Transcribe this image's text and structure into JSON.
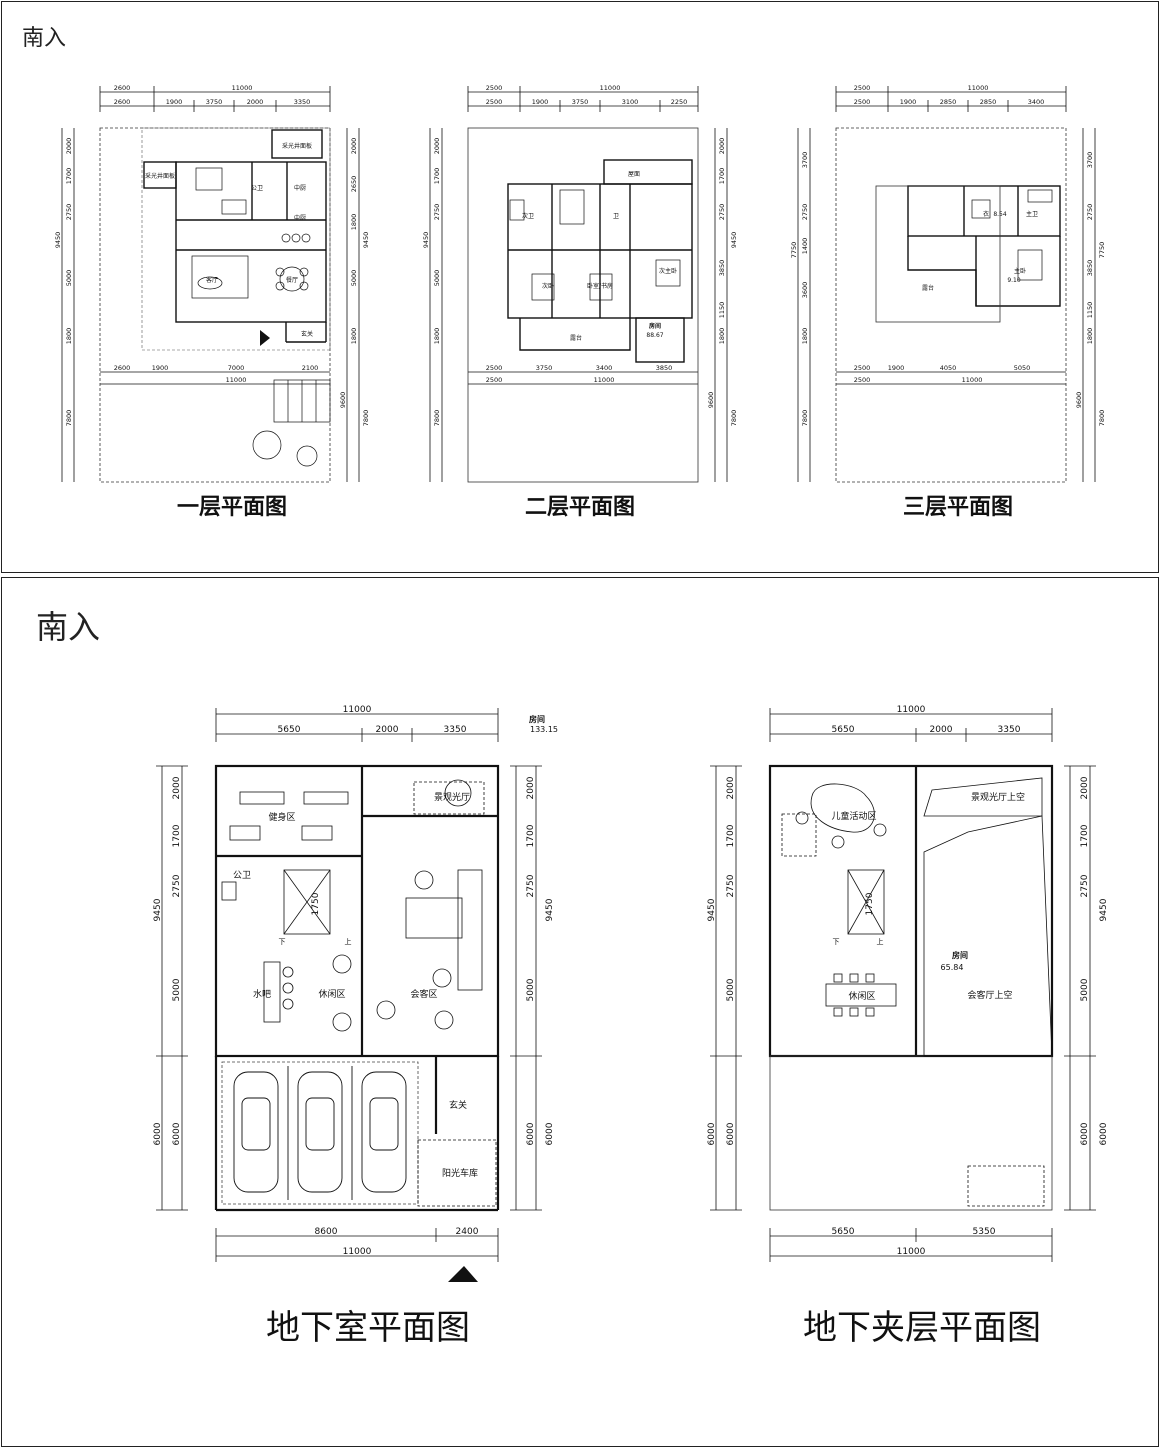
{
  "orientation_label": "南入",
  "top_plans": [
    {
      "title": "一层平面图",
      "dims_top_outer": [
        "2600",
        "11000"
      ],
      "dims_top_inner": [
        "2600",
        "1900",
        "3750",
        "2000",
        "3350"
      ],
      "dims_bottom_inner": [
        "2600",
        "1900",
        "7000",
        "2100"
      ],
      "dims_bottom_outer": [
        "11000"
      ],
      "dims_left": [
        "2000",
        "1700",
        "2750",
        "5000",
        "1800",
        "7800"
      ],
      "dims_left_total": "9450",
      "dims_right": [
        "2000",
        "2650",
        "1800",
        "5000",
        "1800",
        "7800"
      ],
      "dims_right_total": "9450",
      "dims_right_bottom": "9600",
      "room_labels": [
        "采光井面板",
        "采光井面板",
        "公卫",
        "中厨",
        "中厨",
        "客厅",
        "餐厅",
        "玄关"
      ]
    },
    {
      "title": "二层平面图",
      "dims_top_outer": [
        "2500",
        "11000"
      ],
      "dims_top_inner": [
        "2500",
        "1900",
        "3750",
        "3100",
        "2250"
      ],
      "dims_bottom_inner": [
        "2500",
        "3750",
        "3400",
        "3850"
      ],
      "dims_bottom_outer": [
        "2500",
        "11000"
      ],
      "dims_left": [
        "2000",
        "1700",
        "2750",
        "5000",
        "1800",
        "7800"
      ],
      "dims_left_total": "9450",
      "dims_right": [
        "2000",
        "1700",
        "2750",
        "3850",
        "1150",
        "1800",
        "7800"
      ],
      "dims_right_total": "9450",
      "dims_right_bottom": "9600",
      "room_labels": [
        "屋面",
        "次卫",
        "卫",
        "次卧",
        "卧室/书房",
        "次主卧",
        "露台"
      ],
      "area_label": "房间",
      "area_value": "88.67"
    },
    {
      "title": "三层平面图",
      "dims_top_outer": [
        "2500",
        "11000"
      ],
      "dims_top_inner": [
        "2500",
        "1900",
        "2850",
        "2850",
        "3400"
      ],
      "dims_bottom_inner": [
        "2500",
        "1900",
        "4050",
        "5050"
      ],
      "dims_bottom_outer": [
        "2500",
        "11000"
      ],
      "dims_left": [
        "3700",
        "2750",
        "1400",
        "3600",
        "1800",
        "7800"
      ],
      "dims_left_total": "7750",
      "dims_right": [
        "3700",
        "2750",
        "3850",
        "1150",
        "1800",
        "7800"
      ],
      "dims_right_total": "7750",
      "dims_right_bottom": "9600",
      "room_labels": [
        "衣",
        "主卫",
        "主卧",
        "露台"
      ],
      "area_values": [
        "8.54",
        "9.10"
      ]
    }
  ],
  "bottom_plans": [
    {
      "title": "地下室平面图",
      "dims_top_total": "11000",
      "dims_top": [
        "5650",
        "2000",
        "3350"
      ],
      "dims_bottom": [
        "8600",
        "2400"
      ],
      "dims_bottom_total": "11000",
      "dims_left": [
        "2000",
        "1700",
        "2750",
        "5000",
        "6000"
      ],
      "dims_left_total": "9450",
      "dims_left_bottom": "6000",
      "dims_right": [
        "2000",
        "1700",
        "2750",
        "5000",
        "6000"
      ],
      "dims_right_total": "9450",
      "dims_right_bottom": "6000",
      "stair_dim": "1750",
      "room_labels": [
        "健身区",
        "景观光厅",
        "公卫",
        "水吧",
        "休闲区",
        "会客区",
        "玄关",
        "阳光车库",
        "下",
        "上"
      ],
      "area_label": "房间",
      "area_value": "133.15"
    },
    {
      "title": "地下夹层平面图",
      "dims_top_total": "11000",
      "dims_top": [
        "5650",
        "2000",
        "3350"
      ],
      "dims_bottom": [
        "5650",
        "5350"
      ],
      "dims_bottom_total": "11000",
      "dims_left": [
        "2000",
        "1700",
        "2750",
        "5000",
        "6000"
      ],
      "dims_left_total": "9450",
      "dims_left_bottom": "6000",
      "dims_right": [
        "2000",
        "1700",
        "2750",
        "5000",
        "6000"
      ],
      "dims_right_total": "9450",
      "dims_right_bottom": "6000",
      "stair_dim": "1750",
      "room_labels": [
        "儿童活动区",
        "景观光厅上空",
        "休闲区",
        "会客厅上空",
        "下",
        "上"
      ],
      "area_label": "房间",
      "area_value": "65.84"
    }
  ]
}
